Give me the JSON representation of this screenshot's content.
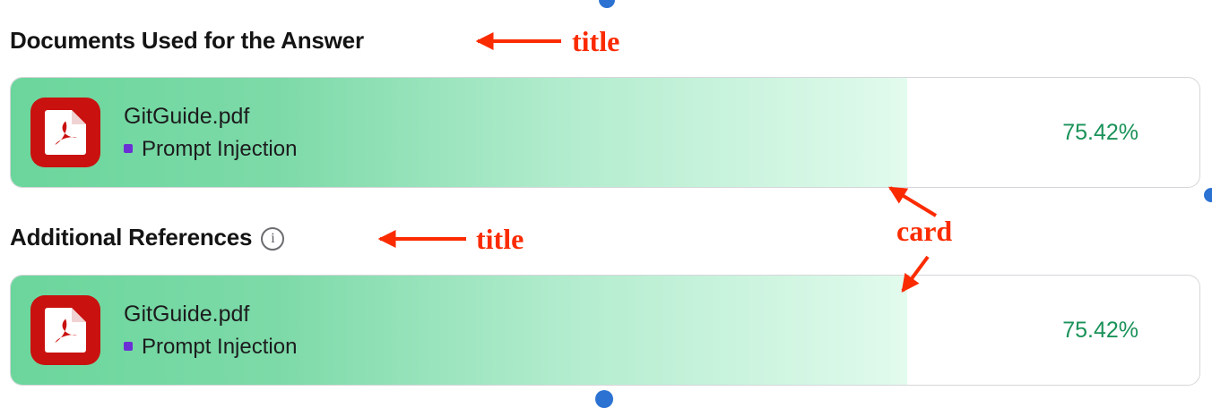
{
  "sections": [
    {
      "id": "documents-used",
      "title": "Documents Used for the Answer",
      "has_info_icon": false,
      "info_icon_glyph": "",
      "annotation": "title"
    },
    {
      "id": "additional-references",
      "title": "Additional References",
      "has_info_icon": true,
      "info_icon_glyph": "i",
      "annotation": "title"
    }
  ],
  "cards": [
    {
      "file_name": "GitGuide.pdf",
      "file_type_icon": "pdf-file-icon",
      "tag": "Prompt Injection",
      "tag_color": "#6b2fd6",
      "score": "75.42%",
      "score_value": 75.42,
      "score_color": "#1a9259",
      "fill_percent": "75.42%"
    },
    {
      "file_name": "GitGuide.pdf",
      "file_type_icon": "pdf-file-icon",
      "tag": "Prompt Injection",
      "tag_color": "#6b2fd6",
      "score": "75.42%",
      "score_value": 75.42,
      "score_color": "#1a9259",
      "fill_percent": "75.42%"
    }
  ],
  "annotations": {
    "title_label_1": "title",
    "title_label_2": "title",
    "card_label": "card",
    "color": "#fb2b00"
  },
  "colors": {
    "accent_green_start": "#6bd69c",
    "accent_green_end": "#e3fbee",
    "score_green": "#1a9259",
    "pdf_red": "#c9110f",
    "tag_purple": "#6b2fd6",
    "card_border": "#d6d6da",
    "title_text": "#141414",
    "edge_dot_blue": "#2c72d2"
  }
}
